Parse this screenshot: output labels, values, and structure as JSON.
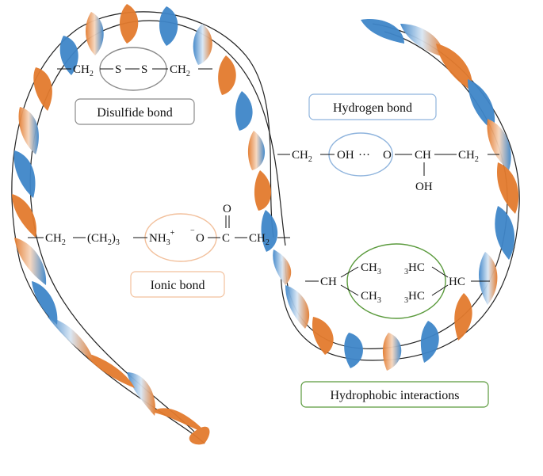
{
  "labels": {
    "disulfide": "Disulfide bond",
    "hydrogen": "Hydrogen bond",
    "ionic": "Ionic bond",
    "hydrophobic": "Hydrophobic interactions"
  },
  "formulas": {
    "disulfide": {
      "ch2_left": "CH",
      "ch2_left_sub": "2",
      "s1": "S",
      "s2": "S",
      "ch2_right": "CH",
      "ch2_right_sub": "2"
    },
    "hydrogen": {
      "ch2_left": "CH",
      "ch2_left_sub": "2",
      "oh_left": "OH",
      "dots": "···",
      "o": "O",
      "ch": "CH",
      "ch2_right": "CH",
      "ch2_right_sub": "2",
      "oh_bottom": "OH"
    },
    "ionic": {
      "ch2_a": "CH",
      "ch2_a_sub": "2",
      "ch2_3": "(CH",
      "ch2_3_sub": "2",
      "ch2_3_close": ")",
      "ch2_3_close_sub": "3",
      "nh3": "NH",
      "nh3_sub": "3",
      "nh3_sup": "+",
      "o_minus_sup": "−",
      "o": "O",
      "c": "C",
      "o_top": "O",
      "ch2_b": "CH",
      "ch2_b_sub": "2"
    },
    "hydrophobic": {
      "ch_left": "CH",
      "ch3_top": "CH",
      "ch3_top_sub": "3",
      "ch3_bottom": "CH",
      "ch3_bottom_sub": "3",
      "hc_top_pre": "3",
      "hc_top": "HC",
      "hc_bottom_pre": "3",
      "hc_bottom": "HC",
      "hc_right": "HC"
    }
  },
  "colors": {
    "ribbon_orange": "#e37b2e",
    "ribbon_blue": "#3f86c9",
    "disulfide_outline": "#8a8a8a",
    "hydrogen_outline": "#8fb4dd",
    "ionic_outline": "#f2c09c",
    "hydrophobic_outline": "#5a9a3c"
  }
}
